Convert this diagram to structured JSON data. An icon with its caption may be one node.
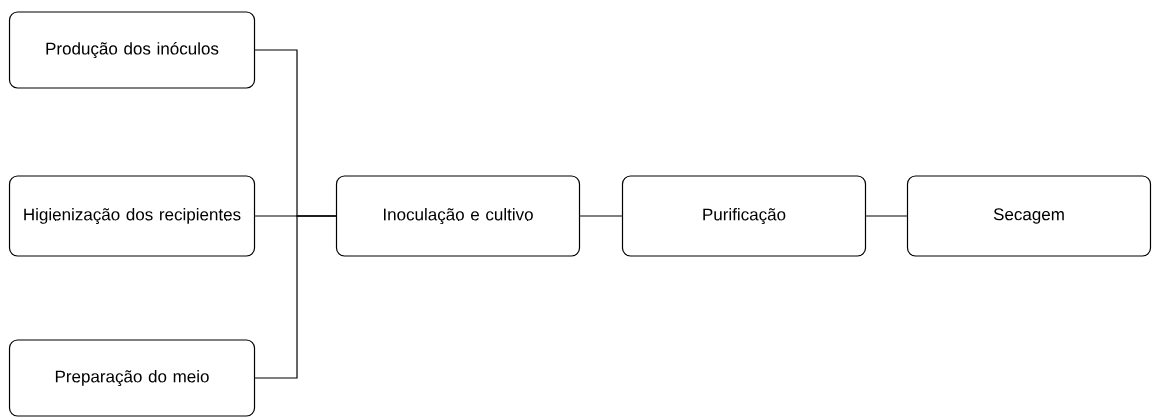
{
  "diagram": {
    "nodes": [
      {
        "text": [
          "Produção dos inóculos"
        ]
      },
      {
        "text": [
          "Higienização dos recipientes"
        ]
      },
      {
        "text": [
          "Preparação do meio"
        ]
      },
      {
        "text": [
          "Inoculação e cultivo"
        ]
      },
      {
        "text": [
          "Purificação"
        ]
      },
      {
        "text": [
          "Secagem"
        ]
      }
    ],
    "edges": [
      {
        "from": 0,
        "to": 3,
        "arrow": "none"
      },
      {
        "from": 1,
        "to": 3,
        "arrow": "none"
      },
      {
        "from": 2,
        "to": 3,
        "arrow": "none"
      },
      {
        "from": 3,
        "to": 4,
        "arrow": "none"
      },
      {
        "from": 4,
        "to": 5,
        "arrow": "none"
      }
    ]
  }
}
